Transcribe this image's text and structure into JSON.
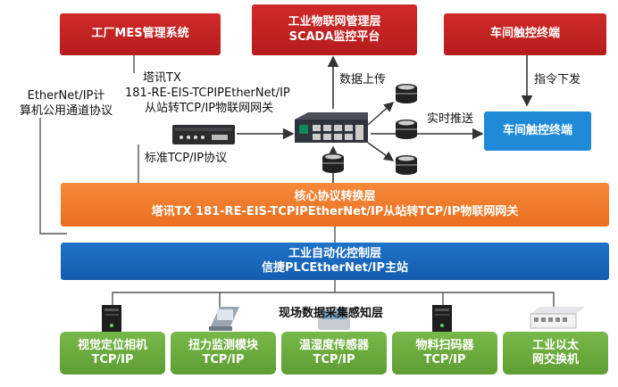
{
  "top_layer": {
    "mes": "工厂MES管理系统",
    "iot_title": "工业物联网管理层",
    "iot_subtitle": "SCADA监控平台",
    "terminal": "车间触控终端"
  },
  "labels": {
    "data_upload": "数据上传",
    "command_issue": "指令下发",
    "realtime_push": "实时推送",
    "ethernet_ip_line1": "EtherNet/IP计",
    "ethernet_ip_line2": "算机公用通道协议",
    "gateway_line1": "塔讯TX",
    "gateway_line2": "181-RE-EIS-TCPIPEtherNet/IP",
    "gateway_line3": "从站转TCP/IP物联网网关",
    "std_tcp": "标准TCP/IP协议",
    "field_layer": "现场数据采集感知层"
  },
  "terminal_right": "车间触控终端",
  "core_layer": {
    "title": "核心协议转换层",
    "subtitle": "塔讯TX 181-RE-EIS-TCPIPEtherNet/IP从站转TCP/IP物联网网关"
  },
  "control_layer": {
    "title": "工业自动化控制层",
    "subtitle": "信捷PLCEtherNet/IP主站"
  },
  "devices": [
    {
      "line1": "视觉定位相机",
      "line2": "TCP/IP"
    },
    {
      "line1": "扭力监测模块",
      "line2": "TCP/IP"
    },
    {
      "line1": "温湿度传感器",
      "line2": "TCP/IP"
    },
    {
      "line1": "物料扫码器",
      "line2": "TCP/IP"
    },
    {
      "line1": "工业以太",
      "line2": "网交换机"
    }
  ],
  "colors": {
    "red": "#c62424",
    "orange": "#f07a2a",
    "blue": "#1868bd",
    "green": "#6aa83c",
    "terminal_blue": "#1f8ad8"
  }
}
